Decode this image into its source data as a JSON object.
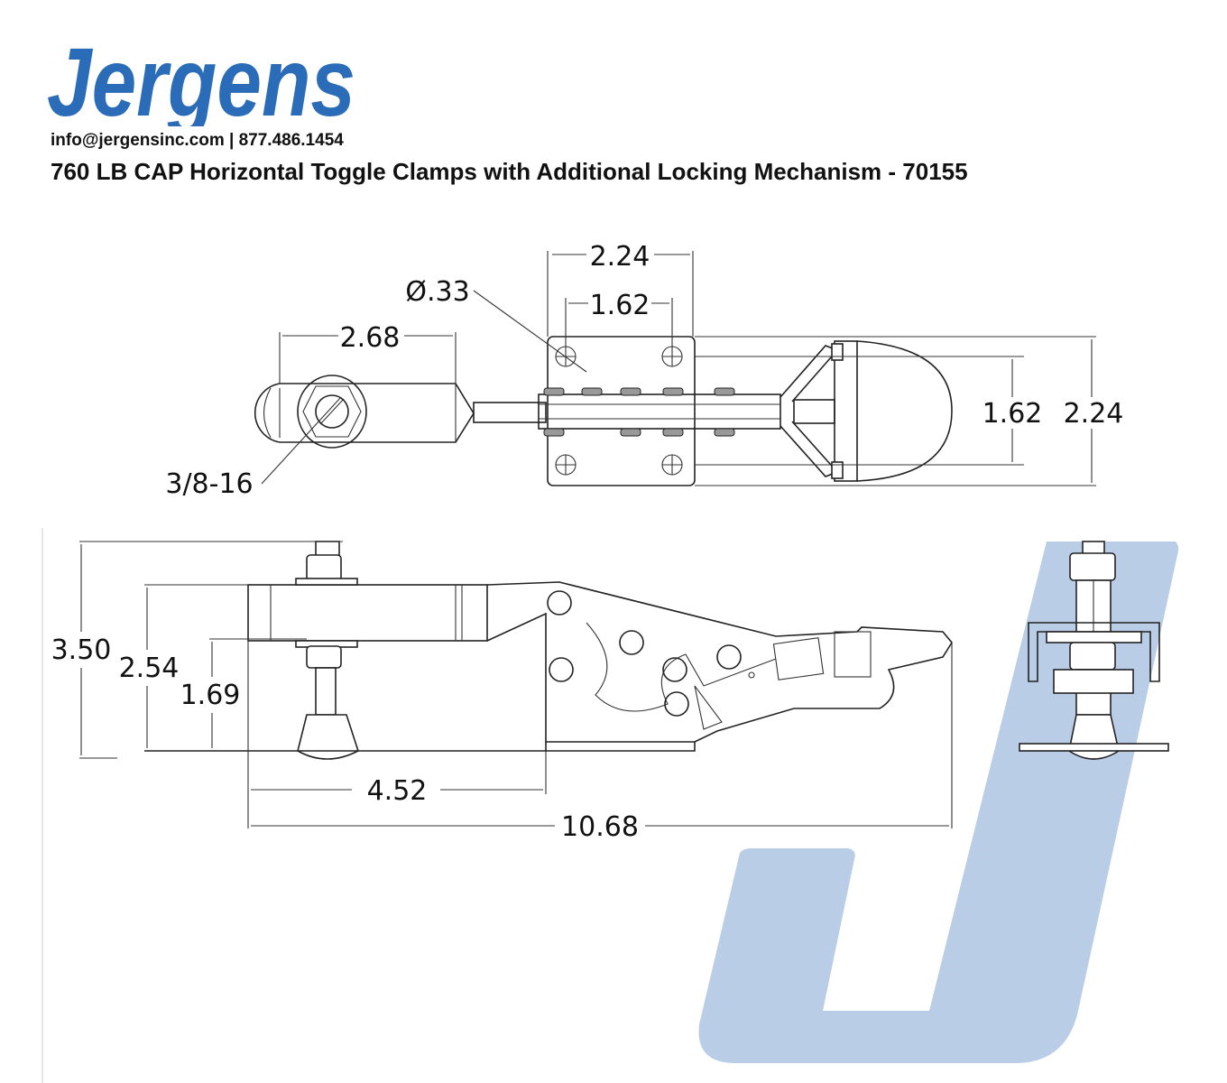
{
  "brand": {
    "logo_text": "Jergens",
    "logo_color": "#2b6cb8",
    "watermark_color": "#b9cde6"
  },
  "header": {
    "contact": "info@jergensinc.com | 877.486.1454",
    "title": "760 LB CAP Horizontal Toggle Clamps with Additional Locking Mechanism - 70155"
  },
  "top_view": {
    "dims": {
      "plate_width": "2.24",
      "hole_spacing_x": "1.62",
      "hole_diameter": "Ø.33",
      "spindle_slot": "2.68",
      "thread": "3/8-16",
      "hole_spacing_y": "1.62",
      "plate_height": "2.24"
    }
  },
  "side_view": {
    "dims": {
      "overall_height": "3.50",
      "arm_height": "2.54",
      "spindle_height": "1.69",
      "spindle_to_base": "4.52",
      "overall_length": "10.68"
    }
  }
}
